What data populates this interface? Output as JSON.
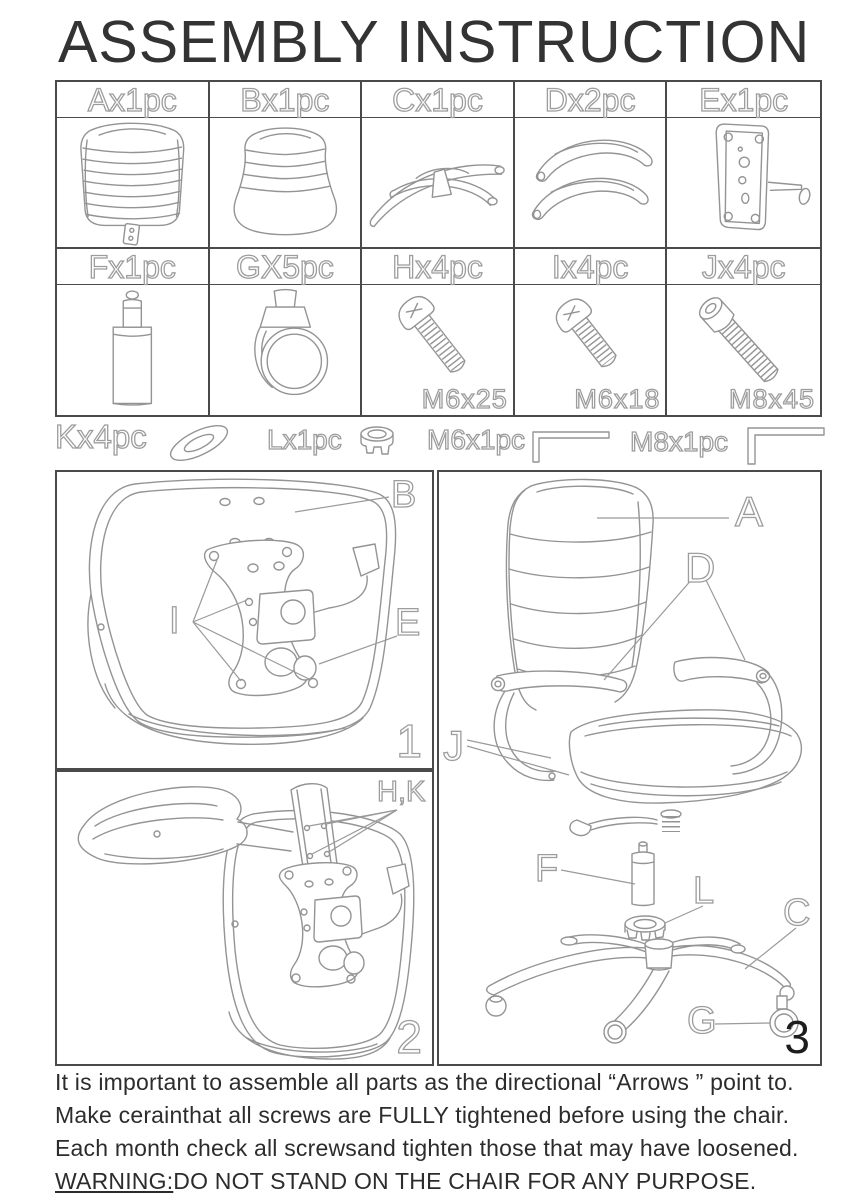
{
  "title": "ASSEMBLY INSTRUCTION",
  "parts": {
    "row1": [
      {
        "label": "Ax1pc"
      },
      {
        "label": "Bx1pc"
      },
      {
        "label": "Cx1pc"
      },
      {
        "label": "Dx2pc"
      },
      {
        "label": "Ex1pc"
      }
    ],
    "row2": [
      {
        "label": "Fx1pc",
        "size": ""
      },
      {
        "label": "GX5pc",
        "size": ""
      },
      {
        "label": "Hx4pc",
        "size": "M6x25"
      },
      {
        "label": "Ix4pc",
        "size": "M6x18"
      },
      {
        "label": "Jx4pc",
        "size": "M8x45"
      }
    ],
    "loose": [
      {
        "label": "Kx4pc"
      },
      {
        "label": "Lx1pc"
      },
      {
        "label": "M6x1pc"
      },
      {
        "label": "M8x1pc"
      }
    ]
  },
  "steps": {
    "step1": {
      "number": "1",
      "label_b": "B",
      "label_i": "I",
      "label_e": "E"
    },
    "step2": {
      "number": "2",
      "label_hk": "H,K"
    },
    "step3": {
      "number": "3",
      "label_a": "A",
      "label_d": "D",
      "label_j": "J",
      "label_f": "F",
      "label_l": "L",
      "label_c": "C",
      "label_g": "G"
    }
  },
  "footer": {
    "line1": "It is important to assemble all parts as the directional “Arrows ” point to.",
    "line2": "Make cerainthat all screws are FULLY tightened before using the chair.",
    "line3": "Each month check all screwsand tighten those that may have loosened.",
    "warning_label": "WARNING:",
    "warning_text": "DO NOT STAND ON THE CHAIR FOR ANY PURPOSE."
  }
}
